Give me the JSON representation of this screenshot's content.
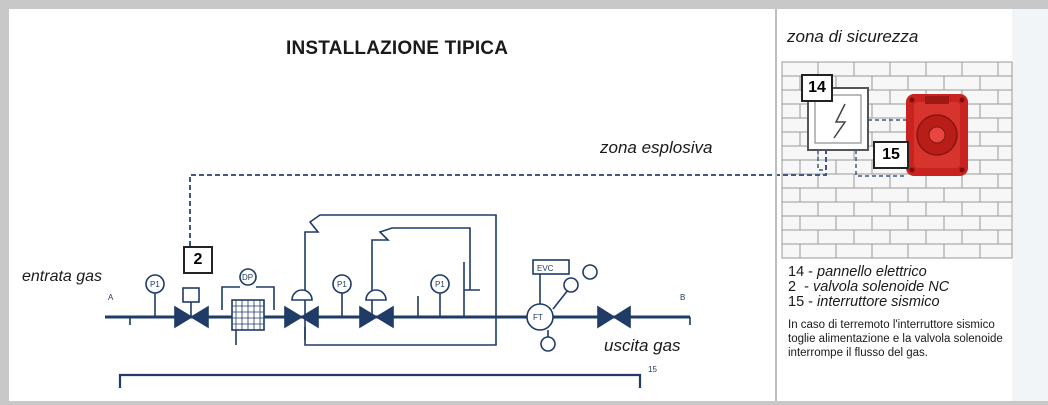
{
  "title": "INSTALLAZIONE TIPICA",
  "zones": {
    "safe": "zona di sicurezza",
    "explosive": "zona esplosiva"
  },
  "flow": {
    "inlet": "entrata gas",
    "outlet": "uscita gas"
  },
  "markers": {
    "solenoid": "2",
    "panel": "14",
    "seismic": "15"
  },
  "schematic_labels": {
    "p1": "P1",
    "dp": "DP",
    "evc": "EVC",
    "ft": "FT",
    "a": "A",
    "b": "B",
    "n15": "15"
  },
  "legend": {
    "items": [
      {
        "num": "14",
        "sep": " - ",
        "text": "pannello elettrico"
      },
      {
        "num": "2",
        "sep": "  - ",
        "text": "valvola solenoide NC"
      },
      {
        "num": "15",
        "sep": " - ",
        "text": "interruttore sismico"
      }
    ],
    "note": "In caso di terremoto l'interruttore sismico toglie alimentazione e la valvola solenoide interrompe il flusso del gas."
  },
  "colors": {
    "dashed_line": "#3c5a86",
    "pipe": "#1f3b66",
    "panel_red": "#c8231e",
    "brick_line": "#9a9a9a"
  }
}
